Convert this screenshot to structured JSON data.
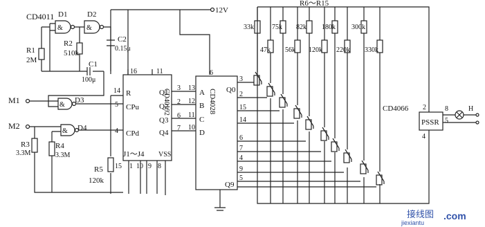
{
  "labels": {
    "cd4011": "CD4011",
    "d1": "D1",
    "d2": "D2",
    "d3": "D3",
    "d4": "D4",
    "r1": "R1",
    "r1_val": "2M",
    "r2": "R2",
    "r2_val": "510k",
    "c1": "C1",
    "c1_val": "100μ",
    "c2": "C2",
    "c2_val": "0.15μ",
    "v12": "12V",
    "m1": "M1",
    "m2": "M2",
    "r3": "R3",
    "r3_val": "3.3M",
    "r4": "R4",
    "r4_val": "3.3M",
    "r5": "R5",
    "r5_val": "120k",
    "cd40192": "CD40192",
    "cd4028": "CD4028",
    "cd4066": "CD4066",
    "pssr": "PSSR",
    "lamp": "H",
    "res_array": "R6～R15",
    "j_label": "J1～J4",
    "vss": "VSS"
  },
  "cd40192": {
    "pins_left": [
      {
        "num": "14",
        "name": "R"
      },
      {
        "num": "5",
        "name": "CPu"
      },
      {
        "num": "4",
        "name": "CPd"
      }
    ],
    "pins_top": [
      "16",
      "11"
    ],
    "pins_right": [
      {
        "num": "3",
        "name": "Q1"
      },
      {
        "num": "2",
        "name": "Q2"
      },
      {
        "num": "6",
        "name": "Q3"
      },
      {
        "num": "7",
        "name": "Q4"
      }
    ],
    "pins_bottom": [
      "15",
      "1",
      "10",
      "9",
      "8"
    ]
  },
  "cd4028": {
    "pin_top": "6",
    "inputs": [
      {
        "num": "13",
        "name": "A"
      },
      {
        "num": "12",
        "name": "B"
      },
      {
        "num": "11",
        "name": "C"
      },
      {
        "num": "10",
        "name": "D"
      }
    ],
    "outputs": [
      {
        "num": "3",
        "name": "Q0"
      },
      {
        "num": "2",
        "name": ""
      },
      {
        "num": "15",
        "name": ""
      },
      {
        "num": "14",
        "name": ""
      },
      {
        "num": "6",
        "name": ""
      },
      {
        "num": "7",
        "name": ""
      },
      {
        "num": "4",
        "name": ""
      },
      {
        "num": "9",
        "name": ""
      },
      {
        "num": "5",
        "name": ""
      }
    ],
    "q9": "Q9"
  },
  "resistors": {
    "top_row": [
      "33k",
      "75k",
      "82k",
      "180k",
      "300k"
    ],
    "bottom_row": [
      "47k",
      "56k",
      "120k",
      "220k",
      "330k"
    ]
  },
  "pssr_pins": [
    "2",
    "8",
    "5",
    "4"
  ],
  "watermark": {
    "cn": "接线图",
    "url": "jiexiantu",
    "domain": ".com"
  }
}
